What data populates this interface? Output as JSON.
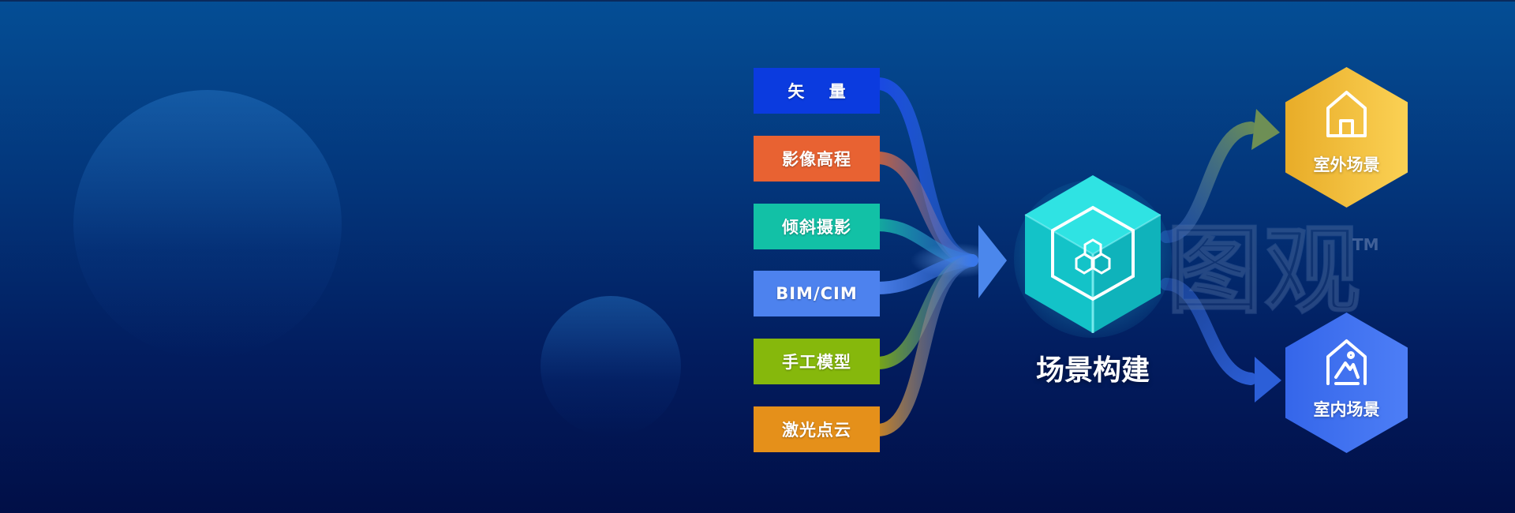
{
  "sources": [
    {
      "label": "矢 量",
      "color": "#0b3bdf"
    },
    {
      "label": "影像高程",
      "color": "#e86232"
    },
    {
      "label": "倾斜摄影",
      "color": "#12c1a6"
    },
    {
      "label": "BIM/CIM",
      "color": "#4d82ee"
    },
    {
      "label": "手工模型",
      "color": "#86b80c"
    },
    {
      "label": "激光点云",
      "color": "#e5901a"
    }
  ],
  "center": {
    "label": "场景构建",
    "icon": "cube-hexagon-icon",
    "color": "#19d2d6"
  },
  "watermark": {
    "text": "图观",
    "trademark": "TM"
  },
  "outputs": [
    {
      "label": "室外场景",
      "icon": "house-icon",
      "color": "#f2bd3b"
    },
    {
      "label": "室内场景",
      "icon": "indoor-tent-icon",
      "color": "#3f71f0"
    }
  ]
}
